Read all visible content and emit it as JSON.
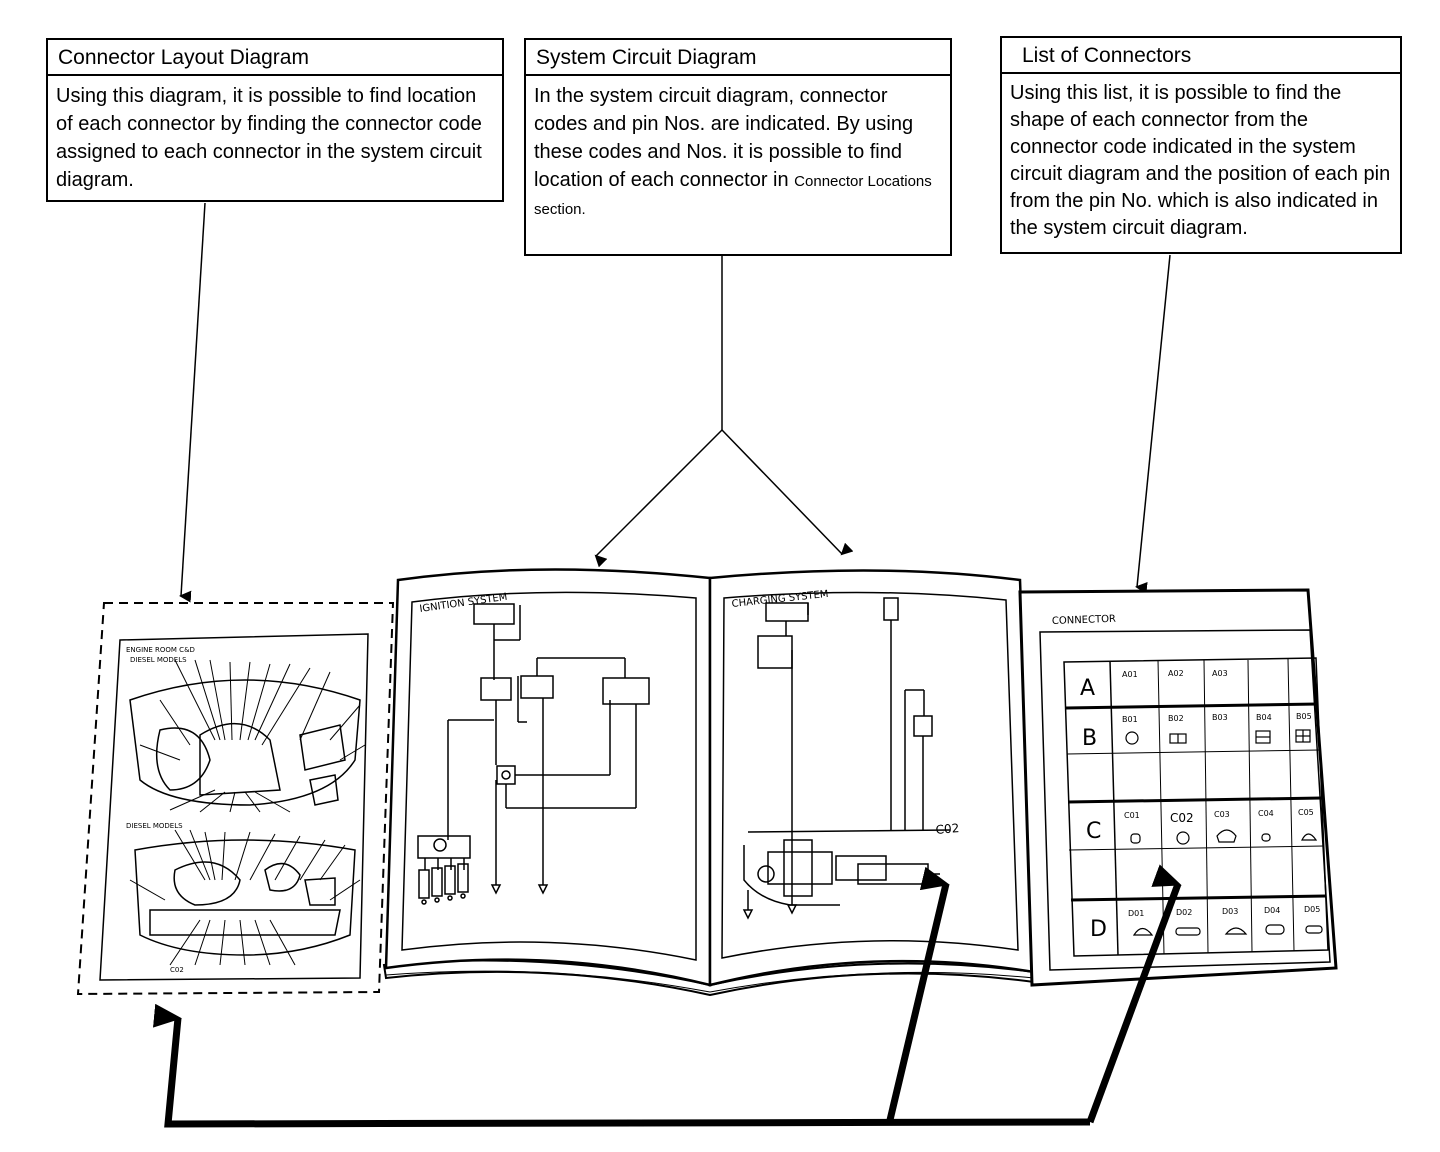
{
  "boxes": {
    "layout": {
      "title": "Connector Layout Diagram",
      "text": "Using this diagram, it is possible to find location of each connector by finding the connector code assigned to each connector in the system circuit diagram."
    },
    "system": {
      "title": "System Circuit Diagram",
      "text": "In the system circuit diagram, connector codes and pin Nos. are indicated. By using these codes and Nos. it is possible to find location of each connector in",
      "text_small": "Connector Locations section."
    },
    "list": {
      "title": "List of Connectors",
      "text": "Using this list, it is possible to find the shape of each connector from the connector code indicated in the system circuit diagram and the position of each pin from the pin No. which is also indicated in the system circuit diagram."
    }
  },
  "book": {
    "left_page_title": "IGNITION SYSTEM",
    "right_page_title": "CHARGING SYSTEM",
    "connector_code": "C02"
  },
  "layout_sheet": {
    "top_label": "ENGINE ROOM C&D",
    "top_label2": "DIESEL MODELS",
    "bottom_label": "DIESEL MODELS",
    "bottom_code": "C02"
  },
  "connector_list": {
    "title": "CONNECTOR",
    "rows": [
      {
        "letter": "A",
        "codes": [
          "A01",
          "A02",
          "A03",
          "",
          ""
        ]
      },
      {
        "letter": "B",
        "codes": [
          "B01",
          "B02",
          "B03",
          "B04",
          "B05"
        ]
      },
      {
        "letter": "C",
        "codes": [
          "C01",
          "C02",
          "C03",
          "C04",
          "C05"
        ]
      },
      {
        "letter": "D",
        "codes": [
          "D01",
          "D02",
          "D03",
          "D04",
          "D05"
        ]
      }
    ]
  }
}
